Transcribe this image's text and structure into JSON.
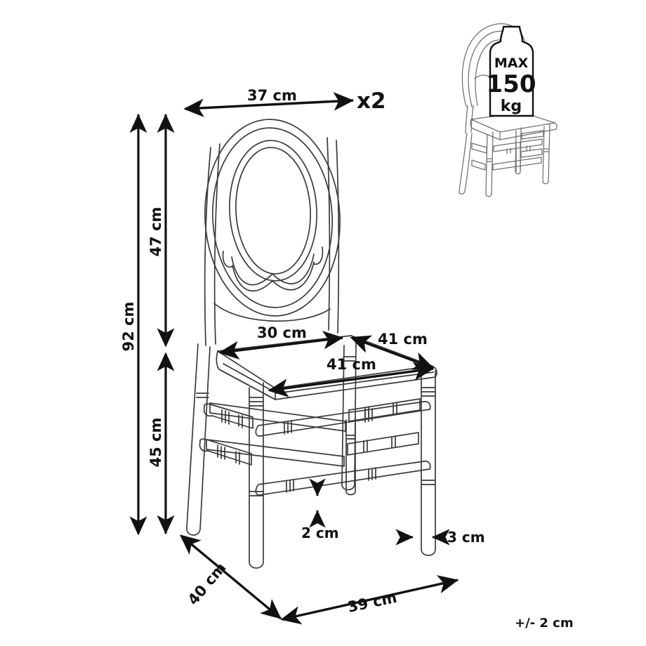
{
  "drawing": {
    "title": "Chair dimension drawing",
    "background_color": "#ffffff",
    "line_color": "#3a3a3a",
    "dimension_color": "#111111",
    "tolerance_note": "+/- 2 cm",
    "quantity_label": "x2"
  },
  "dimensions": {
    "backrest_width": "37 cm",
    "backrest_height": "47 cm",
    "total_height": "92 cm",
    "seat_height": "45 cm",
    "seat_back_edge": "30 cm",
    "seat_side": "41 cm",
    "seat_front_edge": "41 cm",
    "base_depth": "40 cm",
    "base_width": "39 cm",
    "rung_thickness": "2 cm",
    "leg_thickness": "3 cm"
  },
  "load_badge": {
    "max_label": "MAX",
    "value": "150",
    "unit": "kg"
  }
}
